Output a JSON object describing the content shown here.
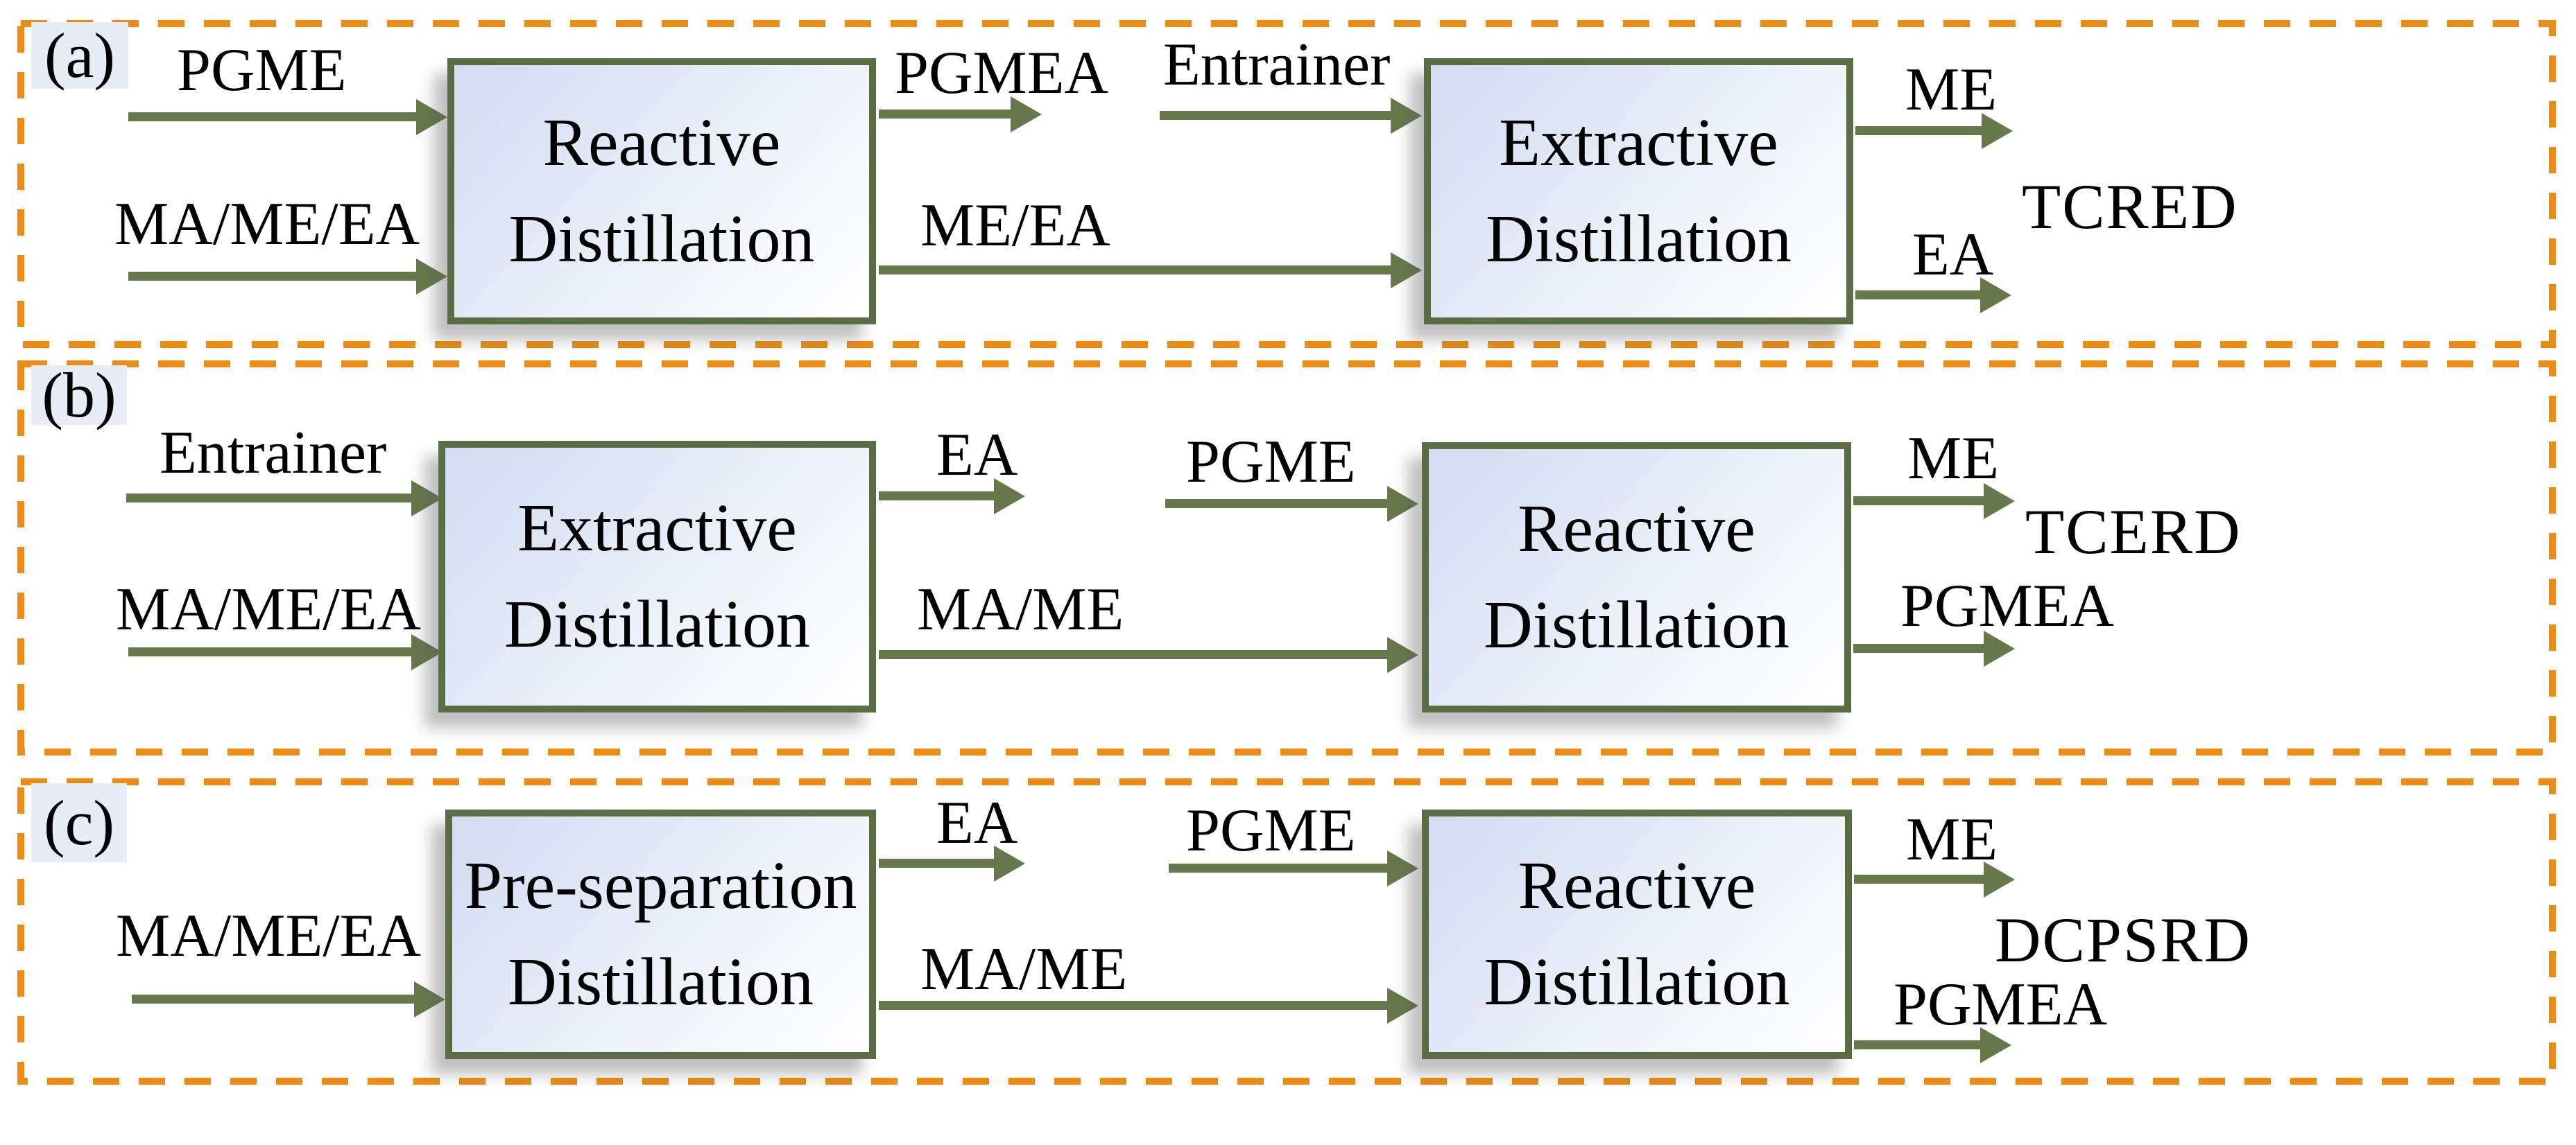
{
  "colors": {
    "dashed_border": "#EC8C15",
    "arrow_olive": "#66794A",
    "box_border": "#5A6C41",
    "box_fill_light": "#D2DBF1",
    "label_chip_bg": "#E8ECF6",
    "text": "#000000"
  },
  "panels": [
    {
      "tag": "(a)",
      "acronym": "TCRED",
      "box1": {
        "line1": "Reactive",
        "line2": "Distillation"
      },
      "box2": {
        "line1": "Extractive",
        "line2": "Distillation"
      },
      "streams": {
        "feed_top": "PGME",
        "feed_bottom": "MA/ME/EA",
        "intermediate_top": "PGMEA",
        "intermediate_feed": "Entrainer",
        "intermediate_bottom": "ME/EA",
        "product_top": "ME",
        "product_bottom": "EA"
      }
    },
    {
      "tag": "(b)",
      "acronym": "TCERD",
      "box1": {
        "line1": "Extractive",
        "line2": "Distillation"
      },
      "box2": {
        "line1": "Reactive",
        "line2": "Distillation"
      },
      "streams": {
        "feed_top": "Entrainer",
        "feed_bottom": "MA/ME/EA",
        "intermediate_top": "EA",
        "intermediate_feed": "PGME",
        "intermediate_bottom": "MA/ME",
        "product_top": "ME",
        "product_bottom": "PGMEA"
      }
    },
    {
      "tag": "(c)",
      "acronym": "DCPSRD",
      "box1": {
        "line1": "Pre-separation",
        "line2": "Distillation"
      },
      "box2": {
        "line1": "Reactive",
        "line2": "Distillation"
      },
      "streams": {
        "feed_bottom": "MA/ME/EA",
        "intermediate_top": "EA",
        "intermediate_feed": "PGME",
        "intermediate_bottom": "MA/ME",
        "product_top": "ME",
        "product_bottom": "PGMEA"
      }
    }
  ]
}
